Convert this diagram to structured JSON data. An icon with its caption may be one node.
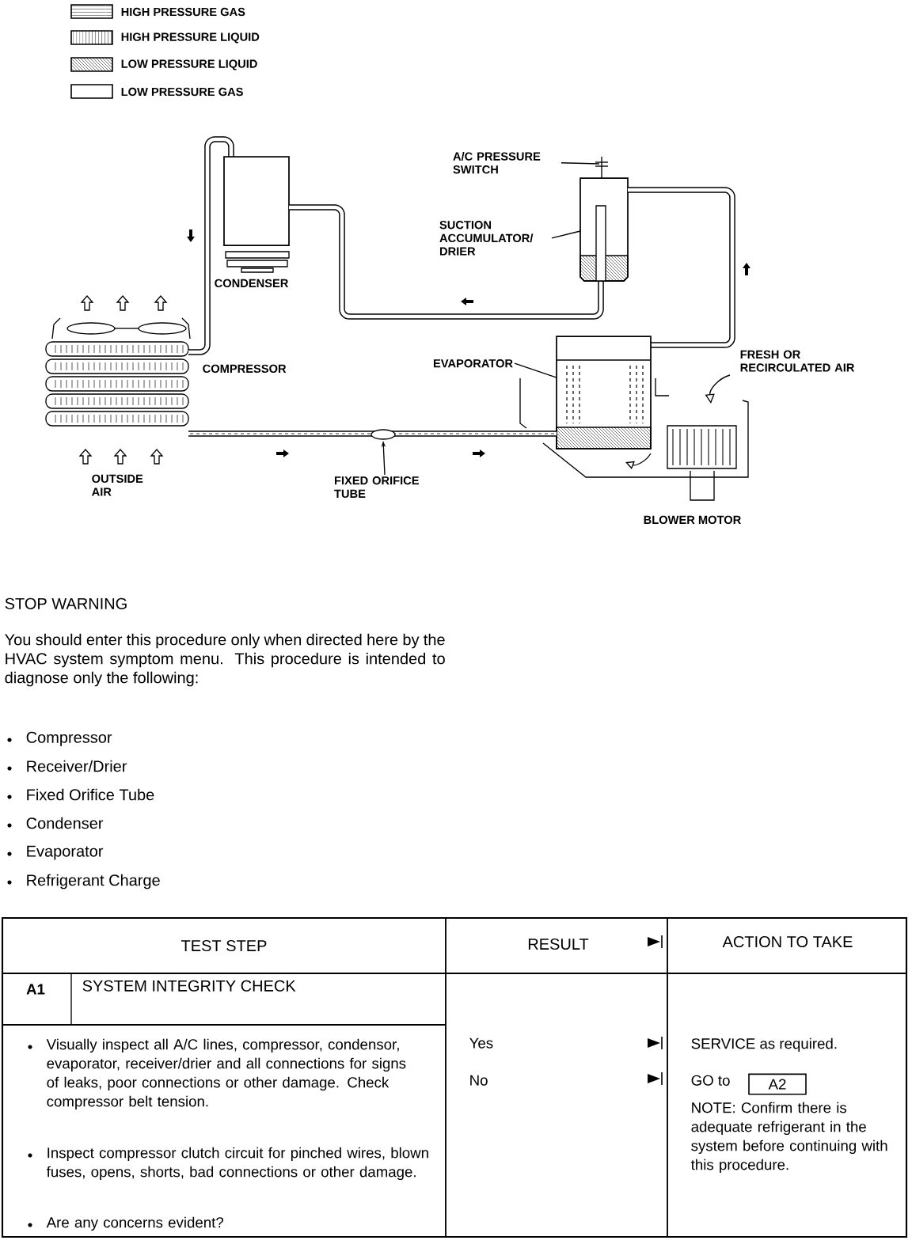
{
  "diagram": {
    "nodes": [
      {
        "text": [
          "A/C PRESSURE SWITCH"
        ]
      },
      {
        "text": [
          "SUCTION ACCUMULATOR/ DRIER"
        ]
      },
      {
        "text": [
          "EVAPORATOR"
        ]
      },
      {
        "text": [
          "FIXED ORIFICE TUBE"
        ]
      }
    ],
    "edges": [
      {
        "from": 0,
        "to": null,
        "arrow": "none"
      },
      {
        "from": 1,
        "to": null,
        "arrow": "none"
      },
      {
        "from": 2,
        "to": null,
        "arrow": "none"
      },
      {
        "from": 3,
        "to": null,
        "arrow": "to"
      }
    ],
    "labels": [
      "CONDENSER",
      "FRESH OR RECIRCULATED AIR",
      "COMPRESSOR",
      "OUTSIDE AIR",
      "BLOWER MOTOR",
      "STOP WARNING",
      "You should enter this procedure only when directed here by the HVAC system symptom menu. This procedure is intended to diagnose only the following:",
      "Compressor",
      "Receiver/Drier",
      "Fixed Orifice Tube",
      "Condenser",
      "Evaporator",
      "Refrigerant Charge",
      "TEST STEP",
      "RESULT",
      "ACTION TO TAKE",
      "A1",
      "SYSTEM INTEGRITY CHECK",
      "Visually inspect all A/C lines, compressor, condensor, evaporator, receiver/drier and all connections for signs of leaks, poor connections or other damage. Check compressor belt tension.",
      "Inspect compressor clutch circuit for pinched wires, blown fuses, opens, shorts, bad connections or other damage.",
      "Are any concerns evident?",
      "Yes",
      "SERVICE as required.",
      "No",
      "GO to",
      "A2",
      "NOTE: Confirm there is adequate refrigerant in the system before continuing with this procedure."
    ],
    "legend": [
      {
        "text": "HIGH PRESSURE GAS"
      },
      {
        "text": "HIGH PRESSURE LIQUID"
      },
      {
        "text": "LOW PRESSURE LIQUID"
      },
      {
        "text": "LOW PRESSURE GAS"
      }
    ]
  }
}
